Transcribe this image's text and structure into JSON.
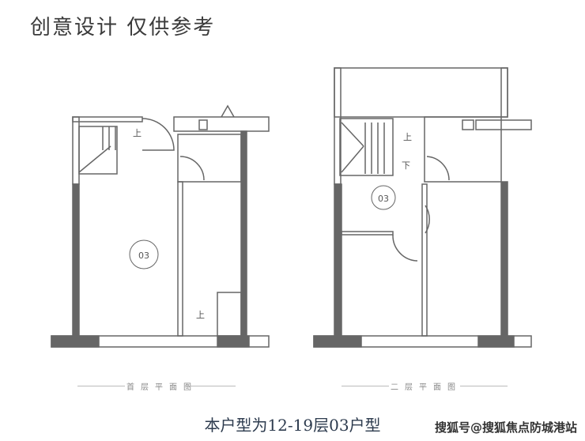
{
  "header": {
    "title": "创意设计 仅供参考"
  },
  "plans": [
    {
      "caption": "首层平面图",
      "unit_label": "03",
      "stair_labels": [
        "上",
        "上"
      ]
    },
    {
      "caption": "二层平面图",
      "unit_label": "03",
      "stair_labels": [
        "上",
        "下"
      ]
    }
  ],
  "footer": {
    "subtitle": "本户型为12-19层03户型",
    "watermark": "搜狐号@搜狐焦点防城港站"
  },
  "colors": {
    "wall": "#666666",
    "text": "#2d3b4e"
  }
}
